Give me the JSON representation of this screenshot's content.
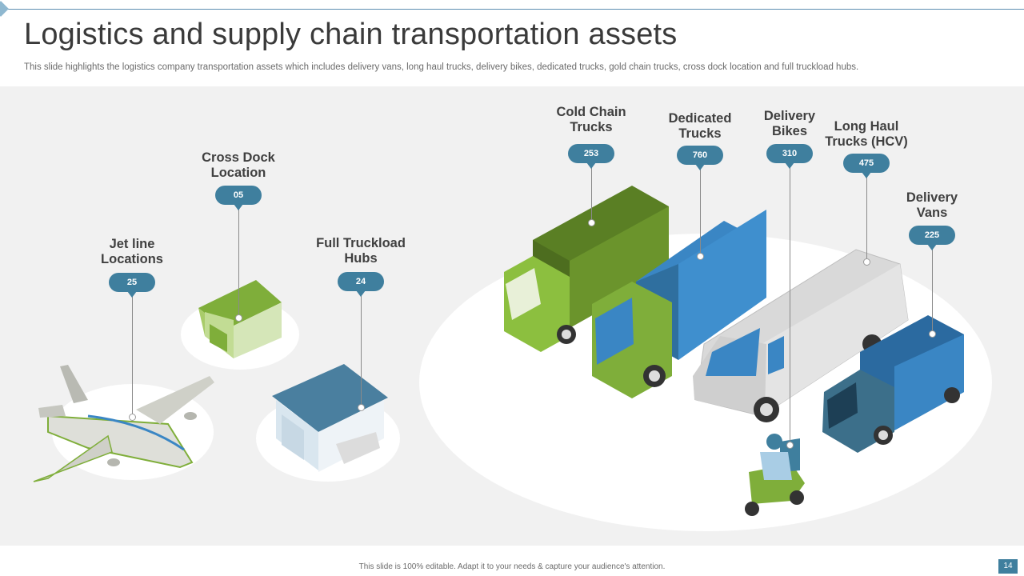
{
  "slide": {
    "title": "Logistics and supply chain transportation  assets",
    "subtitle": "This slide highlights the logistics company transportation assets which includes delivery vans, long haul trucks, delivery  bikes, dedicated trucks, gold chain trucks, cross dock location and full truckload hubs.",
    "footer": "This slide is 100% editable.  Adapt it to your needs & capture your audience's attention.",
    "page_number": "14"
  },
  "assets": {
    "jet_line": {
      "line1": "Jet line",
      "line2": "Locations",
      "value": "25",
      "icon": "airplane-icon"
    },
    "cross_dock": {
      "line1": "Cross  Dock",
      "line2": "Location",
      "value": "05",
      "icon": "warehouse-icon"
    },
    "full_truckload": {
      "line1": "Full Truckload",
      "line2": "Hubs",
      "value": "24",
      "icon": "hub-building-icon"
    },
    "cold_chain": {
      "line1": "Cold Chain",
      "line2": "Trucks",
      "value": "253",
      "icon": "truck-icon"
    },
    "dedicated": {
      "line1": "Dedicated",
      "line2": "Trucks",
      "value": "760",
      "icon": "truck-icon"
    },
    "delivery_bikes": {
      "line1": "Delivery",
      "line2": "Bikes",
      "value": "310",
      "icon": "scooter-icon"
    },
    "long_haul": {
      "line1": "Long Haul",
      "line2": "Trucks (HCV)",
      "value": "475",
      "icon": "van-icon"
    },
    "delivery_vans": {
      "line1": "Delivery",
      "line2": "Vans",
      "value": "225",
      "icon": "box-van-icon"
    }
  },
  "colors": {
    "accent": "#3f7f9e",
    "green": "#7fae3a",
    "blue": "#3a86c4",
    "gray": "#d6d6d6"
  }
}
